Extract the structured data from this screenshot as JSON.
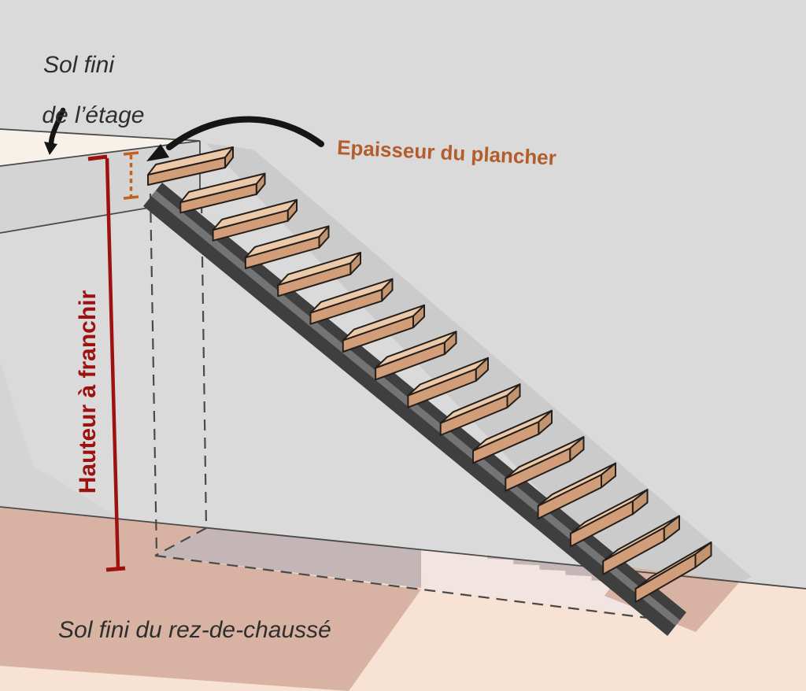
{
  "labels": {
    "upper_floor_line1": "Sol fini",
    "upper_floor_line2": "de l’étage",
    "floor_thickness": "Epaisseur du plancher",
    "height_to_climb": "Hauteur à franchir",
    "ground_floor": "Sol fini du rez-de-chaussé"
  },
  "stairs": {
    "step_count": 16
  },
  "colors": {
    "wall": "#dadada",
    "wall_shadow": "#cbcbcb",
    "upper_floor_surface": "#f8f1e9",
    "slab_face": "#d4d4d4",
    "ground_floor_peach": "#f8e2d3",
    "ground_floor_shadow": "#d8b2a2",
    "stair_footprint": "#c4b6b7",
    "footprint_light": "#f2e4e1",
    "stringer_dark": "#3f3f3f",
    "stringer_stripe": "#7a7a7a",
    "tread_top": "#ecc9a8",
    "tread_front": "#d29d79",
    "tread_end": "#c29470",
    "measure_red": "#9d1111",
    "dimension_orange": "#c4601f",
    "annotation_orange": "#b35c2c",
    "arrow_black": "#151515",
    "outline": "#4a4a4a",
    "text_dark": "#2e2e2e"
  }
}
